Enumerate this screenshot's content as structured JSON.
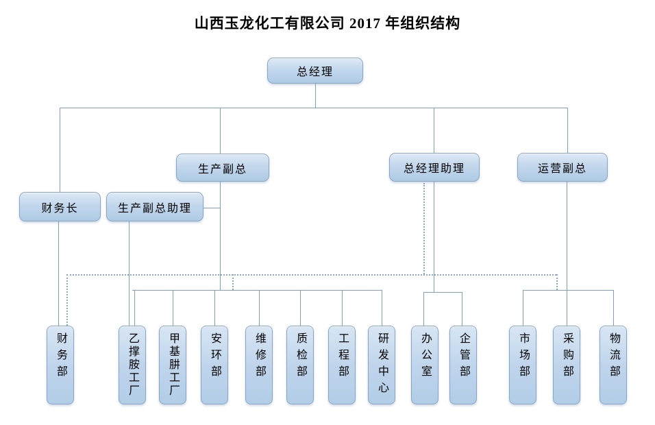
{
  "title": "山西玉龙化工有限公司 2017 年组织结构",
  "colors": {
    "box_border": "#89a5c2",
    "box_fill_top": "#dde9f6",
    "box_fill_bottom": "#aecbe5",
    "connector_line": "#7e9fc3",
    "text": "#000000"
  },
  "nodes": {
    "gm": "总经理",
    "cfo": "财务长",
    "production_vp": "生产副总",
    "production_vp_assistant": "生产副总助理",
    "gm_assistant": "总经理助理",
    "operations_vp": "运营副总"
  },
  "departments": [
    {
      "label": "财务部"
    },
    {
      "label": "乙撑胺工厂"
    },
    {
      "label": "甲基肼工厂"
    },
    {
      "label": "安环部"
    },
    {
      "label": "维修部"
    },
    {
      "label": "质检部"
    },
    {
      "label": "工程部"
    },
    {
      "label": "研发中心"
    },
    {
      "label": "办公室"
    },
    {
      "label": "企管部"
    },
    {
      "label": "市场部"
    },
    {
      "label": "采购部"
    },
    {
      "label": "物流部"
    }
  ]
}
